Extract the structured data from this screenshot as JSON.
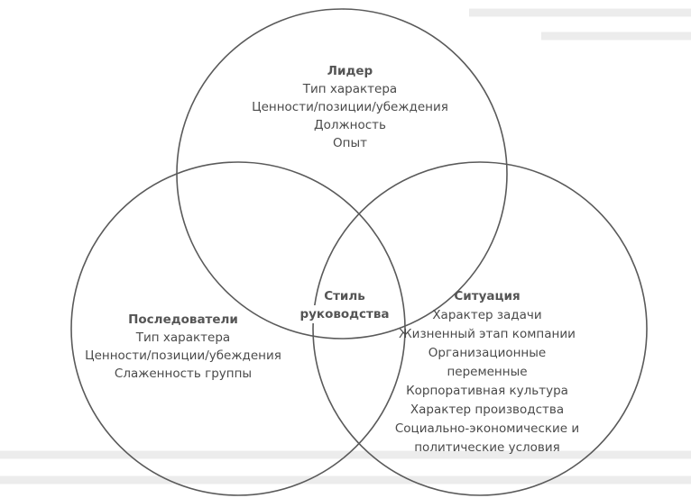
{
  "leader": {
    "title": "Лидер",
    "items": [
      "Тип характера",
      "Ценности/позиции/убеждения",
      "Должность",
      "Опыт"
    ]
  },
  "followers": {
    "title": "Последователи",
    "items": [
      "Тип характера",
      "Ценности/позиции/убеждения",
      "Слаженность группы"
    ]
  },
  "situation": {
    "title": "Ситуация",
    "items": [
      "Характер задачи",
      "Жизненный этап компании",
      "Организационные переменные",
      "Корпоративная культура",
      "Характер производства",
      "Социально-экономические и политические условия"
    ]
  },
  "center": {
    "line1": "Стиль",
    "line2": "руководства"
  }
}
